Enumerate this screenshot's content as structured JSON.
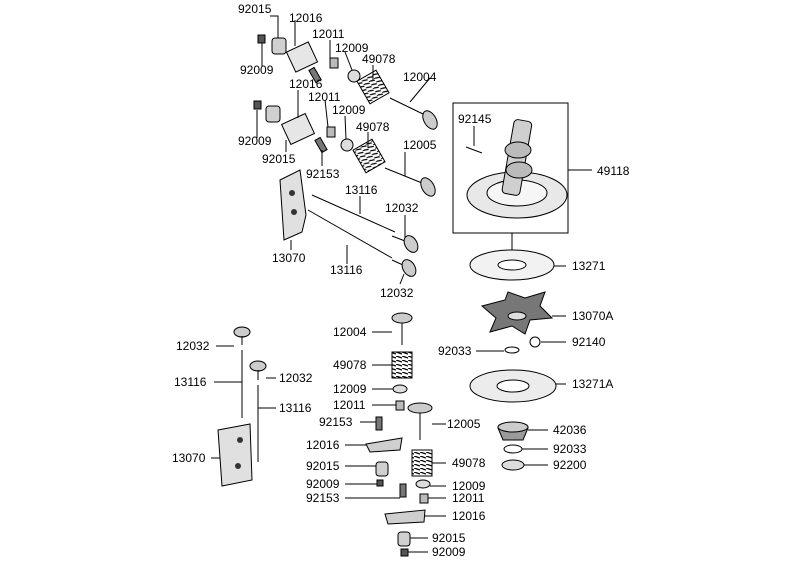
{
  "labels": {
    "l92015a": "92015",
    "l12016a": "12016",
    "l12011a": "12011",
    "l12009a": "12009",
    "l92009a": "92009",
    "l49078a": "49078",
    "l12004a": "12004",
    "l12016b": "12016",
    "l12011b": "12011",
    "l12009b": "12009",
    "l49078b": "49078",
    "l92009b": "92009",
    "l92015b": "92015",
    "l92153a": "92153",
    "l12005a": "12005",
    "l13116a": "13116",
    "l12032a": "12032",
    "l13070a": "13070",
    "l13116b": "13116",
    "l12032b": "12032",
    "l92145": "92145",
    "l49118": "49118",
    "l13271": "13271",
    "l13070A": "13070A",
    "l92033a": "92033",
    "l92140": "92140",
    "l13271A": "13271A",
    "l42036": "42036",
    "l92033b": "92033",
    "l92200": "92200",
    "l12004b": "12004",
    "l49078c": "49078",
    "l12009c": "12009",
    "l12011c": "12011",
    "l12005b": "12005",
    "l92153b": "92153",
    "l12016c": "12016",
    "l92015c": "92015",
    "l49078d": "49078",
    "l92009c": "92009",
    "l12009d": "12009",
    "l92153c": "92153",
    "l12011d": "12011",
    "l12016d": "12016",
    "l92015d": "92015",
    "l92009d": "92009",
    "l12032c": "12032",
    "l12032d": "12032",
    "l13116c": "13116",
    "l13116d": "13116",
    "l13070b": "13070"
  }
}
